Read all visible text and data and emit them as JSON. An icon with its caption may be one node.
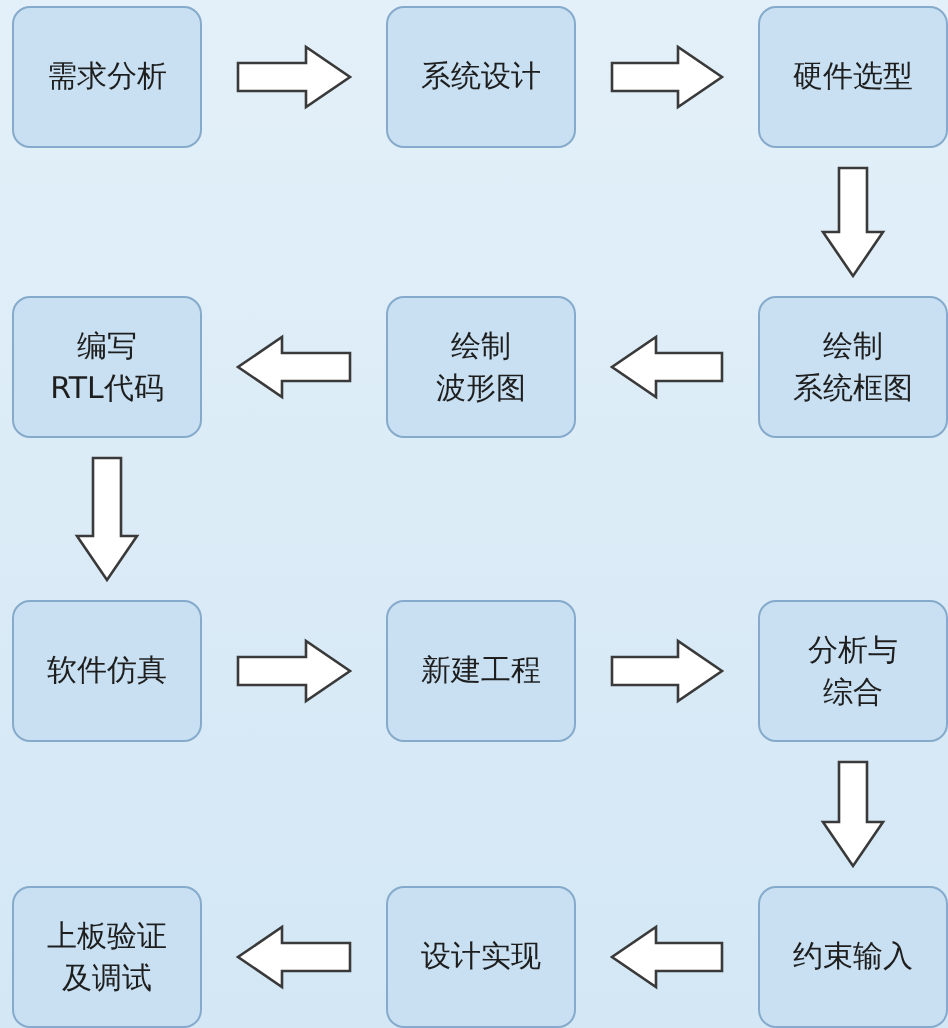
{
  "diagram": {
    "nodes": [
      {
        "text": [
          "需求分析"
        ]
      },
      {
        "text": [
          "系统设计"
        ]
      },
      {
        "text": [
          "硬件选型"
        ]
      },
      {
        "text": [
          "编写RTL代码"
        ]
      },
      {
        "text": [
          "绘制波形图"
        ]
      },
      {
        "text": [
          "绘制系统框图"
        ]
      },
      {
        "text": [
          "软件仿真"
        ]
      },
      {
        "text": [
          "新建工程"
        ]
      },
      {
        "text": [
          "分析与综合"
        ]
      },
      {
        "text": [
          "上板验证及调试"
        ]
      },
      {
        "text": [
          "设计实现"
        ]
      },
      {
        "text": [
          "约束输入"
        ]
      }
    ],
    "edges": [
      {
        "from": 0,
        "to": 1,
        "arrow": "to"
      },
      {
        "from": 1,
        "to": 2,
        "arrow": "to"
      },
      {
        "from": 2,
        "to": 5,
        "arrow": "to"
      },
      {
        "from": 5,
        "to": 4,
        "arrow": "to"
      },
      {
        "from": 4,
        "to": 3,
        "arrow": "to"
      },
      {
        "from": 3,
        "to": 6,
        "arrow": "to"
      },
      {
        "from": 6,
        "to": 7,
        "arrow": "to"
      },
      {
        "from": 7,
        "to": 8,
        "arrow": "to"
      },
      {
        "from": 8,
        "to": 11,
        "arrow": "to"
      },
      {
        "from": 11,
        "to": 10,
        "arrow": "to"
      },
      {
        "from": 10,
        "to": 9,
        "arrow": "to"
      }
    ]
  }
}
